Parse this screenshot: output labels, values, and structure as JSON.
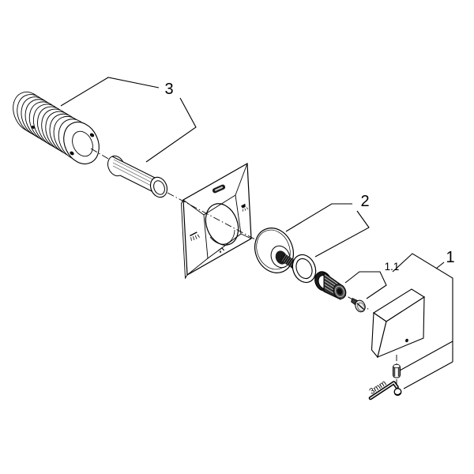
{
  "figure": {
    "background": "#ffffff",
    "ink": "#000000",
    "description": "Exploded isometric line drawing of a concealed-valve square trim set with extension tube, escutcheon plate, flange, seal, splined adapter, screw, cube handle, set screw and hex key"
  },
  "callouts": {
    "group3": {
      "label": "3"
    },
    "group2": {
      "label": "2"
    },
    "group1_1": {
      "label": "1.1"
    },
    "group1": {
      "label": "1"
    },
    "tool_size": {
      "label": "3mm"
    }
  },
  "icons": {
    "plate_top": "logo-badge",
    "plate_left": "overhead-shower-icon",
    "plate_right": "hand-shower-icon",
    "plate_bottom": "tub-spout-icon"
  }
}
